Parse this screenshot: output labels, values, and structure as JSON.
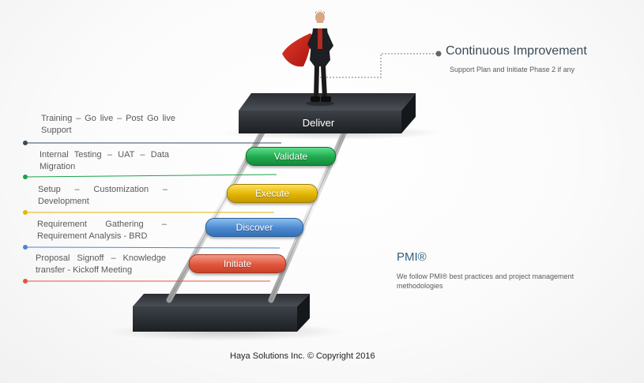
{
  "diagram": {
    "top_label": "Deliver",
    "phases": [
      {
        "label": "Validate",
        "description": "Training – Go live – Post Go live Support",
        "color": "#22a94f",
        "dot_color": "#3b4a5a"
      },
      {
        "label": "Execute",
        "description": "Internal Testing – UAT – Data Migration",
        "color": "#e2b500",
        "dot_color": "#1aa34a"
      },
      {
        "label": "Discover",
        "description": "Setup – Customization – Development",
        "color": "#4a88cf",
        "dot_color": "#e7b400"
      },
      {
        "label": "Initiate",
        "description": "Requirement Gathering – Requirement Analysis - BRD",
        "color": "#e0563d",
        "dot_color": "#4a88cf"
      },
      {
        "label": "",
        "description": "Proposal Signoff – Knowledge transfer - Kickoff Meeting",
        "color": "",
        "dot_color": "#e0563d"
      }
    ],
    "continuous_improvement": {
      "title": "Continuous Improvement",
      "subtitle": "Support Plan and Initiate Phase 2 if any"
    },
    "pmi": {
      "title": "PMI®",
      "subtitle": "We follow PMI® best practices and project  management methodologies"
    }
  },
  "footer": {
    "copyright": "Haya Solutions Inc. © Copyright 2016"
  }
}
